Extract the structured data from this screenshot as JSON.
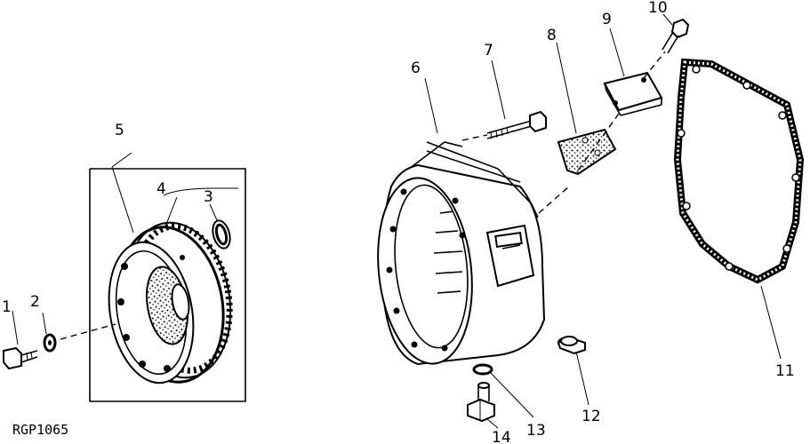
{
  "figure_code": "RGP1065",
  "callouts": {
    "c1": "1",
    "c2": "2",
    "c3": "3",
    "c4": "4",
    "c5": "5",
    "c6": "6",
    "c7": "7",
    "c8": "8",
    "c9": "9",
    "c10": "10",
    "c11": "11",
    "c12": "12",
    "c13": "13",
    "c14": "14"
  }
}
